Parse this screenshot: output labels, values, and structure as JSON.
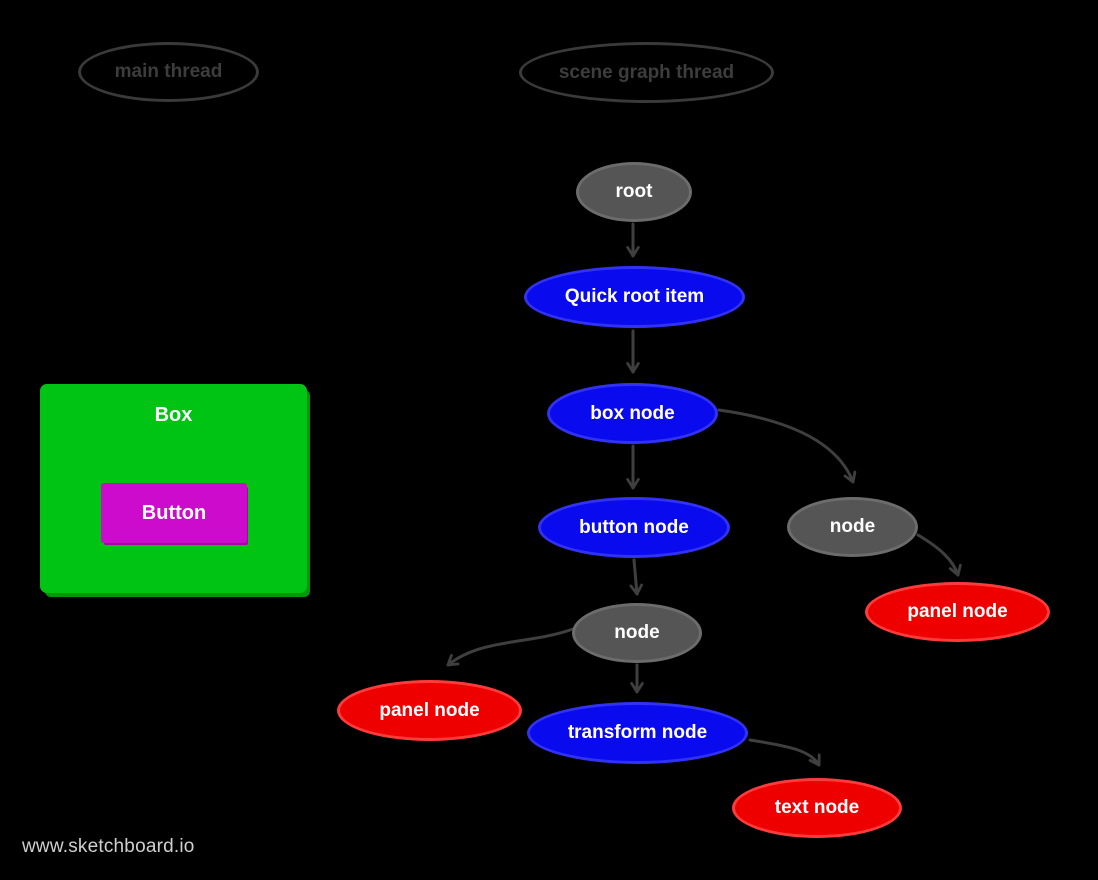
{
  "threads": {
    "main": {
      "label": "main thread"
    },
    "scene_graph": {
      "label": "scene graph thread"
    }
  },
  "preview": {
    "box": {
      "label": "Box"
    },
    "button": {
      "label": "Button"
    }
  },
  "nodes": {
    "root": {
      "label": "root",
      "type": "gray"
    },
    "quick_root_item": {
      "label": "Quick root item",
      "type": "blue"
    },
    "box_node": {
      "label": "box node",
      "type": "blue"
    },
    "button_node": {
      "label": "button node",
      "type": "blue"
    },
    "inner_node": {
      "label": "node",
      "type": "gray"
    },
    "panel_node_left": {
      "label": "panel node",
      "type": "red"
    },
    "transform_node": {
      "label": "transform node",
      "type": "blue"
    },
    "text_node": {
      "label": "text node",
      "type": "red"
    },
    "right_node": {
      "label": "node",
      "type": "gray"
    },
    "panel_node_right": {
      "label": "panel node",
      "type": "red"
    }
  },
  "edges": [
    {
      "from": "root",
      "to": "quick_root_item"
    },
    {
      "from": "quick_root_item",
      "to": "box_node"
    },
    {
      "from": "box_node",
      "to": "button_node"
    },
    {
      "from": "box_node",
      "to": "right_node"
    },
    {
      "from": "button_node",
      "to": "inner_node"
    },
    {
      "from": "inner_node",
      "to": "panel_node_left"
    },
    {
      "from": "inner_node",
      "to": "transform_node"
    },
    {
      "from": "transform_node",
      "to": "text_node"
    },
    {
      "from": "right_node",
      "to": "panel_node_right"
    }
  ],
  "colors": {
    "canvas_bg": "#000000",
    "node_blue": "#0a0aee",
    "node_red": "#ee0000",
    "node_gray": "#555555",
    "edge": "#3f3f3f",
    "thread_outline": "#3a3a3a",
    "thread_text": "#3d3d3d",
    "box_green": "#00c413",
    "button_magenta": "#cc0bcc",
    "watermark_color": "#cfcfcf"
  },
  "watermark": {
    "text": "www.sketchboard.io"
  }
}
